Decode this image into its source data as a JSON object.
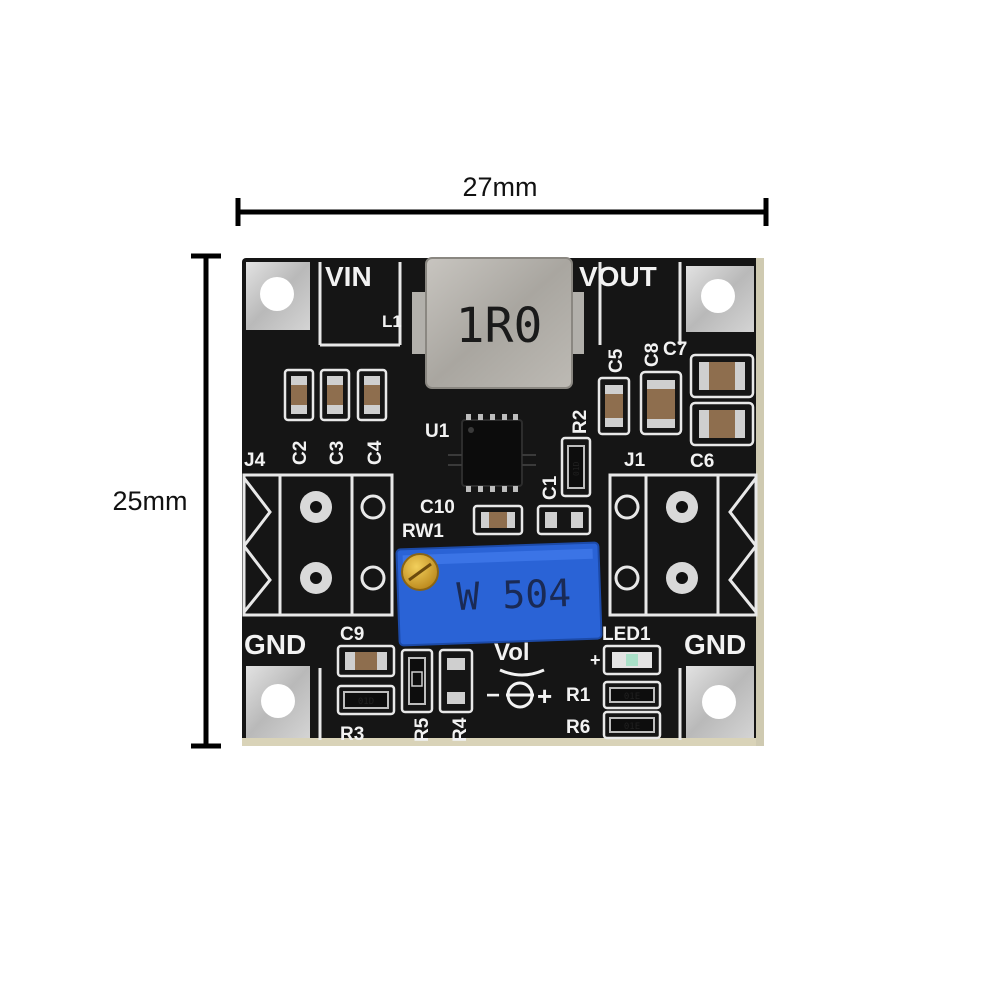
{
  "dimensions": {
    "width_label": "27mm",
    "height_label": "25mm"
  },
  "board": {
    "terminals": {
      "input": "VIN",
      "output": "VOUT",
      "ground_left": "GND",
      "ground_right": "GND"
    },
    "inductor": {
      "ref": "L1",
      "marking": "1R0"
    },
    "chip": {
      "ref": "U1"
    },
    "capacitors": {
      "c1": "C1",
      "c2": "C2",
      "c3": "C3",
      "c4": "C4",
      "c5": "C5",
      "c6": "C6",
      "c7": "C7",
      "c8": "C8",
      "c9": "C9",
      "c10": "C10"
    },
    "resistors": {
      "r1": "R1",
      "r2": "R2",
      "r3": "R3",
      "r4": "R4",
      "r5": "R5",
      "r6": "R6"
    },
    "smd_codes": {
      "r2_code": "01D",
      "r3_code": "01D",
      "r1_code": "01E",
      "r6_code": "01E"
    },
    "connectors": {
      "left": "J4",
      "right": "J1"
    },
    "potentiometer": {
      "ref": "RW1",
      "marking": "W 504",
      "adjust_label": "Vol",
      "minus": "−",
      "plus": "+"
    },
    "led": {
      "ref": "LED1",
      "polarity": "+"
    }
  },
  "colors": {
    "pcb": "#151515",
    "pad": "#c9c9c9",
    "silkscreen": "#f2f2f2",
    "potentiometer": "#2a63d6",
    "trim_screw": "#d7a521"
  }
}
